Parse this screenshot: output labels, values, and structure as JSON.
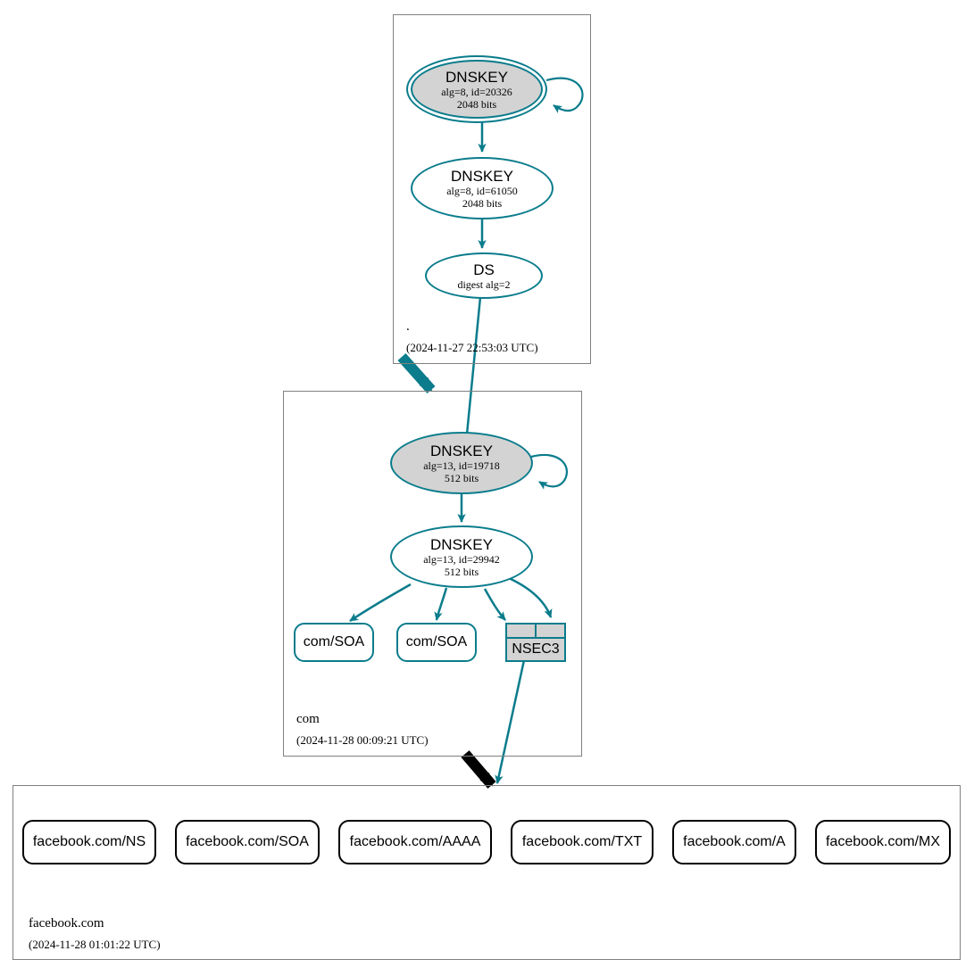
{
  "diagram": {
    "type": "dnssec-authentication-chain",
    "colors": {
      "secure_edge": "#0a7c8c",
      "insecure_edge": "#000000",
      "key_fill": "#d3d3d3",
      "zone_border": "#808080"
    }
  },
  "zones": [
    {
      "name": ".",
      "timestamp": "(2024-11-27 22:53:03 UTC)",
      "nodes": [
        {
          "id": "root-ksk",
          "kind": "dnskey",
          "title": "DNSKEY",
          "params": "alg=8, id=20326",
          "size": "2048 bits",
          "sep": true,
          "self_signed": true
        },
        {
          "id": "root-zsk",
          "kind": "dnskey",
          "title": "DNSKEY",
          "params": "alg=8, id=61050",
          "size": "2048 bits",
          "sep": false,
          "self_signed": false
        },
        {
          "id": "root-ds",
          "kind": "ds",
          "title": "DS",
          "params": "digest alg=2"
        }
      ]
    },
    {
      "name": "com",
      "timestamp": "(2024-11-28 00:09:21 UTC)",
      "nodes": [
        {
          "id": "com-ksk",
          "kind": "dnskey",
          "title": "DNSKEY",
          "params": "alg=13, id=19718",
          "size": "512 bits",
          "sep": true,
          "self_signed": true
        },
        {
          "id": "com-zsk",
          "kind": "dnskey",
          "title": "DNSKEY",
          "params": "alg=13, id=29942",
          "size": "512 bits",
          "sep": false,
          "self_signed": false
        },
        {
          "id": "com-soa-1",
          "kind": "rrset",
          "label": "com/SOA"
        },
        {
          "id": "com-soa-2",
          "kind": "rrset",
          "label": "com/SOA"
        },
        {
          "id": "com-nsec3",
          "kind": "nsec3",
          "label": "NSEC3"
        }
      ]
    },
    {
      "name": "facebook.com",
      "timestamp": "(2024-11-28 01:01:22 UTC)",
      "nodes": [
        {
          "id": "fb-ns",
          "kind": "rrset",
          "label": "facebook.com/NS"
        },
        {
          "id": "fb-soa",
          "kind": "rrset",
          "label": "facebook.com/SOA"
        },
        {
          "id": "fb-aaaa",
          "kind": "rrset",
          "label": "facebook.com/AAAA"
        },
        {
          "id": "fb-txt",
          "kind": "rrset",
          "label": "facebook.com/TXT"
        },
        {
          "id": "fb-a",
          "kind": "rrset",
          "label": "facebook.com/A"
        },
        {
          "id": "fb-mx",
          "kind": "rrset",
          "label": "facebook.com/MX"
        }
      ]
    }
  ]
}
